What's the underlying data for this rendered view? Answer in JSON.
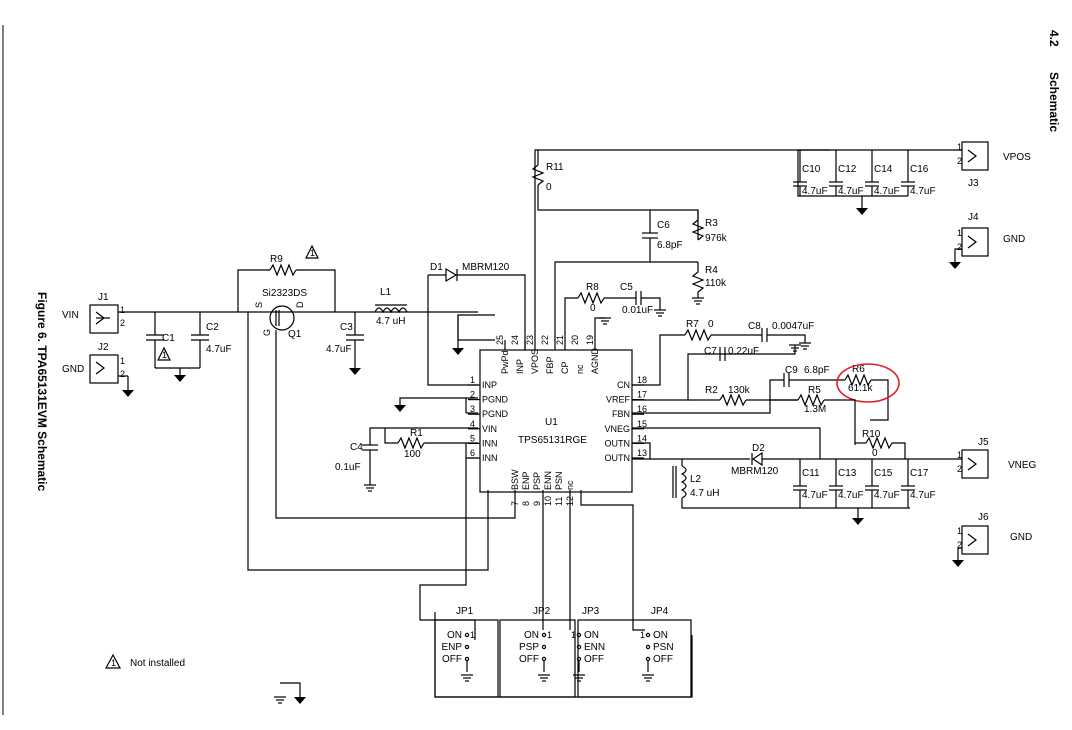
{
  "section_number": "4.2",
  "section_title": "Schematic",
  "figure_caption": "Figure 6. TPA6513​1EVM Schematic",
  "ic": {
    "ref": "U1",
    "part": "TPS65131RGE",
    "left_pins": [
      [
        "1",
        "INP"
      ],
      [
        "2",
        "PGND"
      ],
      [
        "3",
        "PGND"
      ],
      [
        "4",
        "VIN"
      ],
      [
        "5",
        "INN"
      ],
      [
        "6",
        "INN"
      ]
    ],
    "right_pins": [
      [
        "18",
        "CN"
      ],
      [
        "17",
        "VREF"
      ],
      [
        "16",
        "FBN"
      ],
      [
        "15",
        "VNEG"
      ],
      [
        "14",
        "OUTN"
      ],
      [
        "13",
        "OUTN"
      ]
    ],
    "top_pins": [
      [
        "25",
        "PwPd"
      ],
      [
        "24",
        "INP"
      ],
      [
        "23",
        "VPOS"
      ],
      [
        "22",
        "FBP"
      ],
      [
        "21",
        "CP"
      ],
      [
        "20",
        "nc"
      ],
      [
        "19",
        "AGND"
      ]
    ],
    "bottom_pins": [
      [
        "7",
        "BSW"
      ],
      [
        "8",
        "ENP"
      ],
      [
        "9",
        "PSP"
      ],
      [
        "10",
        "ENN"
      ],
      [
        "11",
        "PSN"
      ],
      [
        "12",
        "nc"
      ]
    ]
  },
  "connectors": {
    "j1": "J1",
    "j2": "J2",
    "j3": "J3",
    "j4": "J4",
    "j5": "J5",
    "j6": "J6",
    "vin": "VIN",
    "gnd": "GND",
    "vpos": "VPOS",
    "vneg": "VNEG",
    "pin1": "1",
    "pin2": "2"
  },
  "parts": {
    "c1": "C1",
    "c2": "C2",
    "c2v": "4.7uF",
    "c3": "C3",
    "c3v": "4.7uF",
    "c4": "C4",
    "c4v": "0.1uF",
    "r1": "R1",
    "r1v": "100",
    "r9": "R9",
    "q1": "Q1",
    "q1part": "Si2323DS",
    "qs": "S",
    "qg": "G",
    "qd": "D",
    "l1": "L1",
    "l1v": "4.7 uH",
    "d1": "D1",
    "d1part": "MBRM120",
    "r11": "R11",
    "r11v": "0",
    "c6": "C6",
    "c6v": "6.8pF",
    "r3": "R3",
    "r3v": "976k",
    "r4": "R4",
    "r4v": "110k",
    "r8": "R8",
    "r8v": "0",
    "c5": "C5",
    "c5v": "0.01uF",
    "c10": "C10",
    "c12": "C12",
    "c14": "C14",
    "c16": "C16",
    "cv": "4.7uF",
    "r7": "R7",
    "r7v": "0",
    "c8": "C8",
    "c8v": "0.0047uF",
    "c7": "C7",
    "c7v": "0.22uF",
    "c9": "C9",
    "c9v": "6.8pF",
    "r6": "R6",
    "r6v": "61.1k",
    "r2": "R2",
    "r2v": "130k",
    "r5": "R5",
    "r5v": "1.3M",
    "r10": "R10",
    "r10v": "0",
    "d2": "D2",
    "d2part": "MBRM120",
    "l2": "L2",
    "l2v": "4.7 uH",
    "c11": "C11",
    "c13": "C13",
    "c15": "C15",
    "c17": "C17"
  },
  "jumpers": [
    {
      "ref": "JP1",
      "sig": "ENP",
      "on": "ON",
      "off": "OFF",
      "one": "1"
    },
    {
      "ref": "JP2",
      "sig": "PSP",
      "on": "ON",
      "off": "OFF",
      "one": "1"
    },
    {
      "ref": "JP3",
      "sig": "ENN",
      "on": "ON",
      "off": "OFF",
      "one": "1"
    },
    {
      "ref": "JP4",
      "sig": "PSN",
      "on": "ON",
      "off": "OFF",
      "one": "1"
    }
  ],
  "legend": {
    "mark": "1",
    "text": "Not installed"
  },
  "highlight_color": "#e0202a"
}
